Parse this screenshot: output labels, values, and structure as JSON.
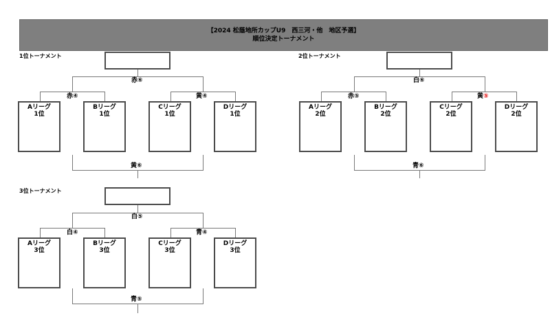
{
  "header": {
    "line1": "【2024 松蔭地所カップU9　西三河・他　地区予選】",
    "line2": "順位決定トーナメント"
  },
  "t1": {
    "title": "1位トーナメント",
    "final": "赤⑥",
    "left_semi": "赤④",
    "right_semi": "黄④",
    "third": "黄⑥",
    "teams": [
      {
        "l1": "Aリーグ",
        "l2": "1位"
      },
      {
        "l1": "Bリーグ",
        "l2": "1位"
      },
      {
        "l1": "Cリーグ",
        "l2": "1位"
      },
      {
        "l1": "Dリーグ",
        "l2": "1位"
      }
    ]
  },
  "t2": {
    "title": "2位トーナメント",
    "final": "白⑥",
    "left_semi": "赤⑤",
    "right_semi_a": "黄",
    "right_semi_b": "⑤",
    "right_semi_b_color": "#e00000",
    "third": "青⑥",
    "teams": [
      {
        "l1": "Aリーグ",
        "l2": "2位"
      },
      {
        "l1": "Bリーグ",
        "l2": "2位"
      },
      {
        "l1": "Cリーグ",
        "l2": "2位"
      },
      {
        "l1": "Dリーグ",
        "l2": "2位"
      }
    ]
  },
  "t3": {
    "title": "3位トーナメント",
    "final": "白⑤",
    "left_semi": "白④",
    "right_semi": "青④",
    "third": "青⑤",
    "teams": [
      {
        "l1": "Aリーグ",
        "l2": "3位"
      },
      {
        "l1": "Bリーグ",
        "l2": "3位"
      },
      {
        "l1": "Cリーグ",
        "l2": "3位"
      },
      {
        "l1": "Dリーグ",
        "l2": "3位"
      }
    ]
  }
}
